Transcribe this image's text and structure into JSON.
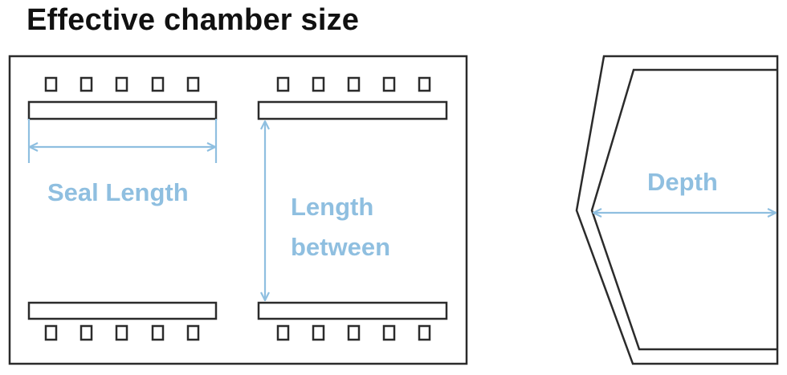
{
  "title": "Effective chamber size",
  "labels": {
    "seal_length": "Seal Length",
    "length_between_line1": "Length",
    "length_between_line2": "between",
    "depth": "Depth"
  },
  "colors": {
    "accent": "#8FBFE0",
    "outline": "#2b2b2b",
    "title": "#111111"
  }
}
